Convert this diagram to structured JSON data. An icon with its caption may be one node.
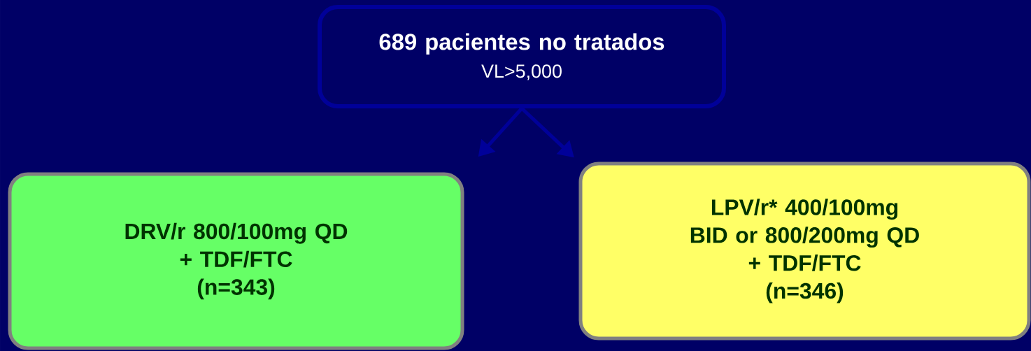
{
  "diagram": {
    "nodes": [
      {
        "text": [
          "689 pacientes no tratados",
          "VL>5,000"
        ]
      },
      {
        "text": [
          "DRV/r 800/100mg QD",
          "+ TDF/FTC",
          "(n=343)"
        ]
      },
      {
        "text": [
          "LPV/r* 400/100mg BID or 800/200mg QD",
          "+ TDF/FTC",
          "(n=346)"
        ]
      }
    ],
    "edges": [
      {
        "from": 0,
        "to": 1,
        "arrow": "to"
      },
      {
        "from": 0,
        "to": 2,
        "arrow": "to"
      }
    ]
  }
}
